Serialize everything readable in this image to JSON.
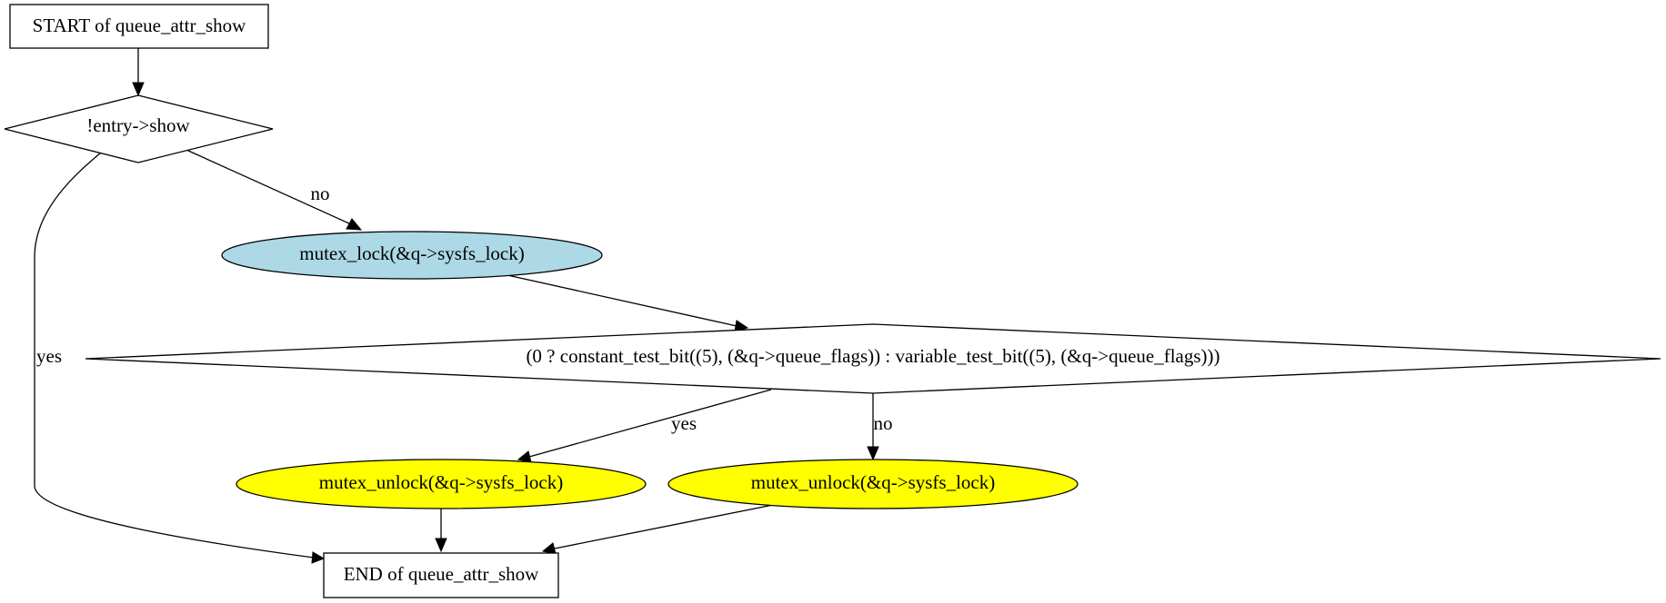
{
  "diagram": {
    "nodes": {
      "start": {
        "label": "START of queue_attr_show"
      },
      "check_show": {
        "label": "!entry->show"
      },
      "mutex_lock": {
        "label": "mutex_lock(&q->sysfs_lock)"
      },
      "test_bit": {
        "label": "(0 ? constant_test_bit((5), (&q->queue_flags)) : variable_test_bit((5), (&q->queue_flags)))"
      },
      "unlock_left": {
        "label": "mutex_unlock(&q->sysfs_lock)"
      },
      "unlock_right": {
        "label": "mutex_unlock(&q->sysfs_lock)"
      },
      "end": {
        "label": "END of queue_attr_show"
      }
    },
    "edges": {
      "check_no": {
        "label": "no"
      },
      "check_yes": {
        "label": "yes"
      },
      "test_yes": {
        "label": "yes"
      },
      "test_no": {
        "label": "no"
      }
    },
    "colors": {
      "lock_fill": "#add8e6",
      "unlock_fill": "#ffff00",
      "default_fill": "#ffffff",
      "stroke": "#000000"
    }
  }
}
